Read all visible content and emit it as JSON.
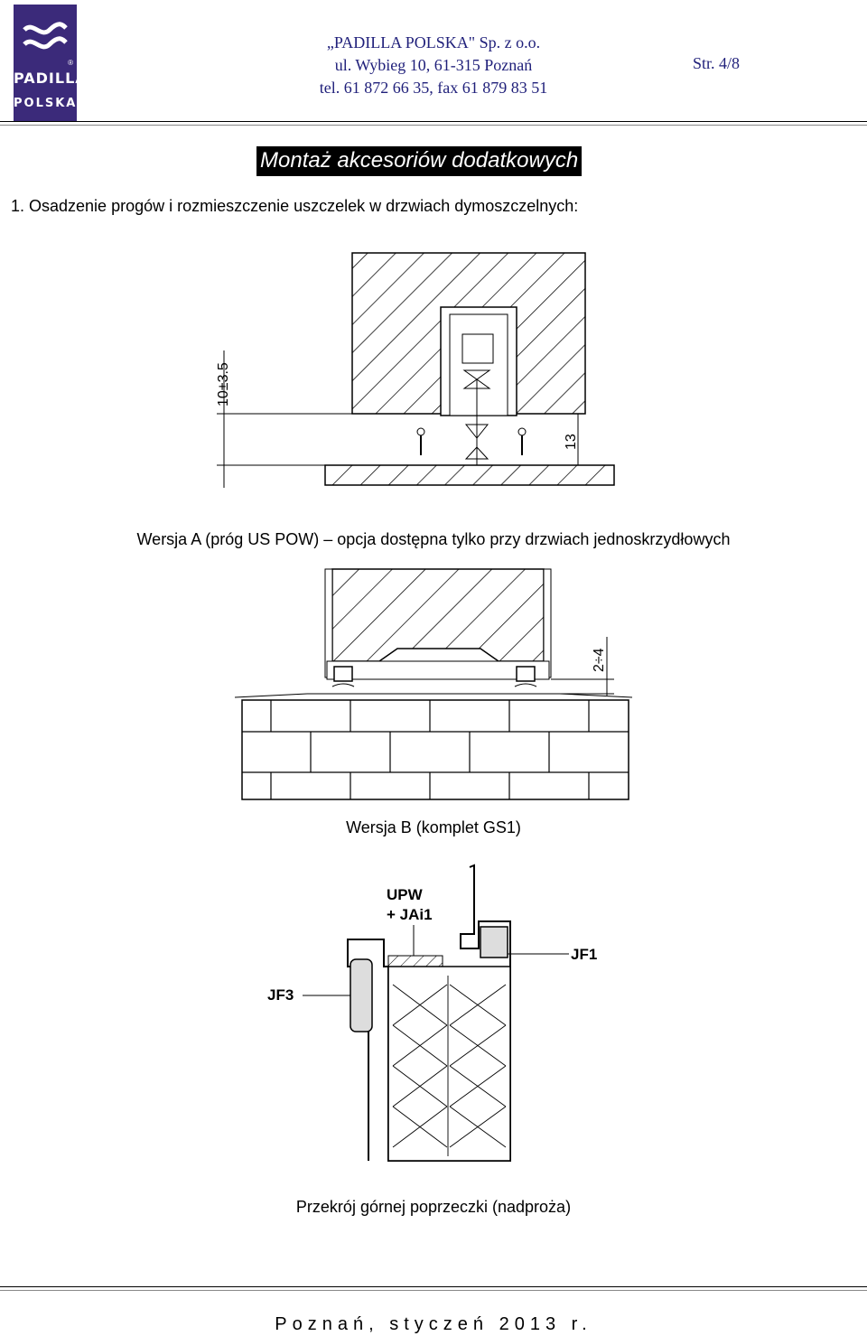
{
  "header": {
    "logo_line1": "PADILLA",
    "logo_line2": "POLSKA",
    "logo_reg": "®",
    "company_name": "„PADILLA POLSKA\" Sp. z o.o.",
    "address": "ul. Wybieg 10, 61-315 Poznań",
    "phone": "tel. 61 872 66 35, fax 61 879 83 51",
    "page_number": "Str. 4/8"
  },
  "section_title": "Montaż akcesoriów dodatkowych",
  "subtitle": "1. Osadzenie progów i rozmieszczenie uszczelek w drzwiach dymoszczelnych:",
  "figure_a": {
    "dim_left": "10±3.5",
    "dim_right": "13",
    "caption": "Wersja A (próg US POW) – opcja dostępna tylko przy drzwiach jednoskrzydłowych"
  },
  "figure_b": {
    "dim_right": "2÷4",
    "caption": "Wersja B (komplet GS1)"
  },
  "figure_c": {
    "label_upw_1": "UPW",
    "label_upw_2": "+ JAi1",
    "label_jf1": "JF1",
    "label_jf3": "JF3",
    "caption": "Przekrój górnej poprzeczki (nadproża)"
  },
  "footer": "Poznań, styczeń 2013 r."
}
